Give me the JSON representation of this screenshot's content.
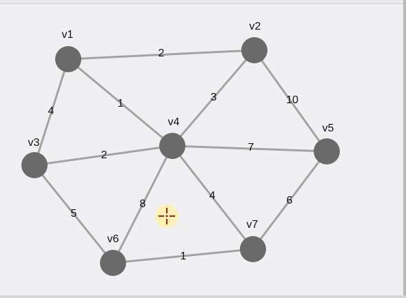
{
  "graph": {
    "nodes": [
      {
        "id": "v1",
        "label": "v1"
      },
      {
        "id": "v2",
        "label": "v2"
      },
      {
        "id": "v3",
        "label": "v3"
      },
      {
        "id": "v4",
        "label": "v4"
      },
      {
        "id": "v5",
        "label": "v5"
      },
      {
        "id": "v6",
        "label": "v6"
      },
      {
        "id": "v7",
        "label": "v7"
      }
    ],
    "edges": [
      {
        "from": "v1",
        "to": "v2",
        "weight": "2"
      },
      {
        "from": "v1",
        "to": "v3",
        "weight": "4"
      },
      {
        "from": "v1",
        "to": "v4",
        "weight": "1"
      },
      {
        "from": "v2",
        "to": "v4",
        "weight": "3"
      },
      {
        "from": "v2",
        "to": "v5",
        "weight": "10"
      },
      {
        "from": "v3",
        "to": "v4",
        "weight": "2"
      },
      {
        "from": "v3",
        "to": "v6",
        "weight": "5"
      },
      {
        "from": "v4",
        "to": "v5",
        "weight": "7"
      },
      {
        "from": "v4",
        "to": "v6",
        "weight": "8"
      },
      {
        "from": "v4",
        "to": "v7",
        "weight": "4"
      },
      {
        "from": "v5",
        "to": "v7",
        "weight": "6"
      },
      {
        "from": "v6",
        "to": "v7",
        "weight": "1"
      }
    ]
  },
  "ui": {
    "cursor": "crosshair-cursor"
  },
  "colors": {
    "background": "#f0f0f2",
    "edge": "#a3a3a3",
    "node": "#6a6a6a",
    "text": "#111111",
    "cursor_halo": "#fff2a8",
    "cursor": "#b51212"
  }
}
